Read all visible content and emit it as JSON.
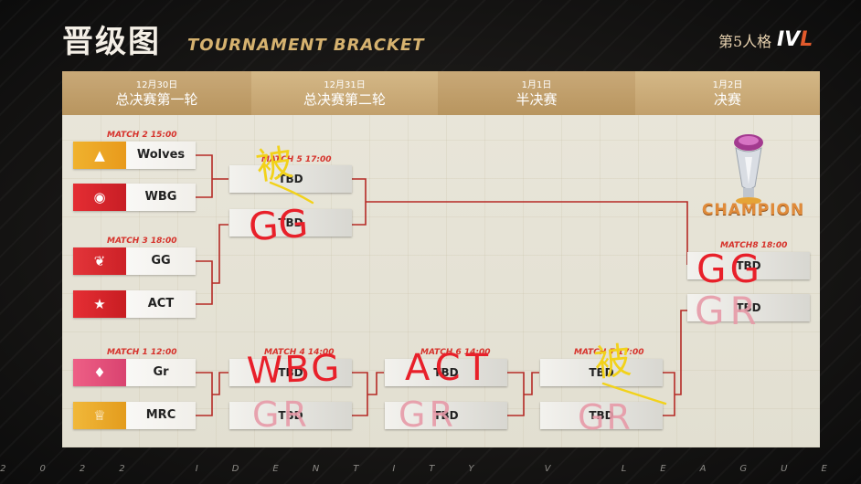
{
  "header": {
    "title_cn": "晋级图",
    "title_en": "TOURNAMENT BRACKET",
    "brand_cn": "第5人格",
    "brand_ivl_a": "IV",
    "brand_ivl_b": "L"
  },
  "rounds": [
    {
      "date": "12月30日",
      "name": "总决赛第一轮"
    },
    {
      "date": "12月31日",
      "name": "总决赛第二轮"
    },
    {
      "date": "1月1日",
      "name": "半决赛"
    },
    {
      "date": "1月2日",
      "name": "决赛"
    }
  ],
  "matches": {
    "m2": "MATCH  2  15:00",
    "m3": "MATCH  3  18:00",
    "m1": "MATCH  1  12:00",
    "m5": "MATCH  5  17:00",
    "m4": "MATCH  4  14:00",
    "m6": "MATCH  6  14:00",
    "m7": "MATCH  7  17:00",
    "m8": "MATCH8  18:00"
  },
  "teams": {
    "wolves": "Wolves",
    "wbg": "WBG",
    "gg": "GG",
    "act": "ACT",
    "gr": "Gr",
    "mrc": "MRC"
  },
  "tbd": "TBD",
  "champion": "CHAMPION",
  "footer": "2022 IDENTITY V LEAGUE",
  "handwriting": {
    "gg_r2": "GG",
    "wbg_r2": "WBG",
    "gr_r2": "GR",
    "act_sf": "ACT",
    "gr_sf": "GR",
    "gr_lf": "GR",
    "gg_final": "GG",
    "gr_final": "GR",
    "eliminated": "被"
  },
  "colors": {
    "header_gold": "#c9a978",
    "match_red": "#d6322b",
    "bracket_line": "#b52a25",
    "champion_orange": "#e08b3a",
    "ink_red": "#e8202a",
    "ink_pink": "#e79aa8",
    "ink_yellow": "#f2d21a"
  }
}
